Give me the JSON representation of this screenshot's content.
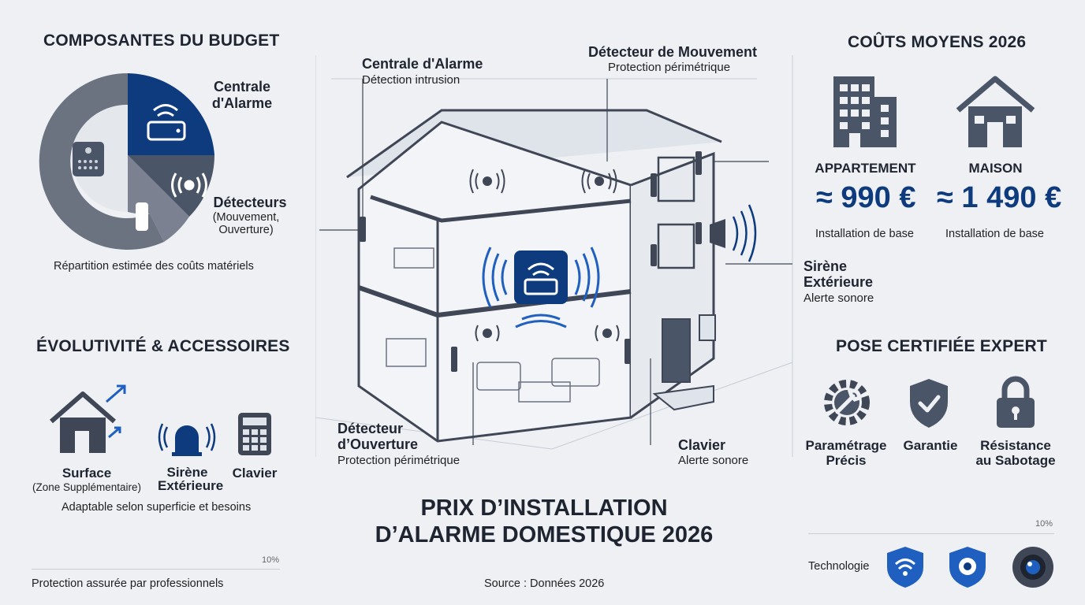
{
  "left": {
    "budget_title": "COMPOSANTES DU BUDGET",
    "central_label": "Centrale d'Alarme",
    "detectors_label": "Détecteurs",
    "detectors_sub": "(Mouvement, Ouverture)",
    "budget_caption": "Répartition estimée des coûts matériels",
    "evol_title": "ÉVOLUTIVITÉ & ACCESSOIRES",
    "surface_label": "Surface",
    "surface_sub": "(Zone Supplémentaire)",
    "siren_label": "Sirène Extérieure",
    "keypad_label": "Clavier",
    "evol_caption": "Adaptable selon superficie et besoins",
    "bar_pct": "10%",
    "footer": "Protection assurée par professionnels"
  },
  "center": {
    "call_central_title": "Centrale d'Alarme",
    "call_central_sub": "Détection intrusion",
    "call_motion_title": "Détecteur de Mouvement",
    "call_motion_sub": "Protection périmétrique",
    "call_open_title": "Détecteur d’Ouverture",
    "call_open_sub": "Protection périmétrique",
    "call_keypad_title": "Clavier",
    "call_keypad_sub": "Alerte sonore",
    "call_siren_title": "Sirène Extérieure",
    "call_siren_sub": "Alerte sonore",
    "main_title_1": "PRIX D’INSTALLATION",
    "main_title_2": "D’ALARME DOMESTIQUE 2026",
    "source": "Source : Données 2026"
  },
  "right": {
    "costs_title": "COÛTS MOYENS 2026",
    "apt_label": "APPARTEMENT",
    "apt_price": "≈ 990 €",
    "apt_sub": "Installation de base",
    "house_label": "MAISON",
    "house_price": "≈ 1 490 €",
    "house_sub": "Installation de base",
    "pose_title": "POSE CERTIFIÉE EXPERT",
    "param_label": "Paramétrage Précis",
    "guarantee_label": "Garantie",
    "sabotage_label": "Résistance au Sabotage",
    "bar_pct": "10%",
    "tech_label": "Technologie"
  },
  "colors": {
    "navy": "#0d3b7e",
    "slate": "#4a5568",
    "gray": "#6b7280",
    "light": "#9aa1ad",
    "accent": "#1f5fbf"
  }
}
